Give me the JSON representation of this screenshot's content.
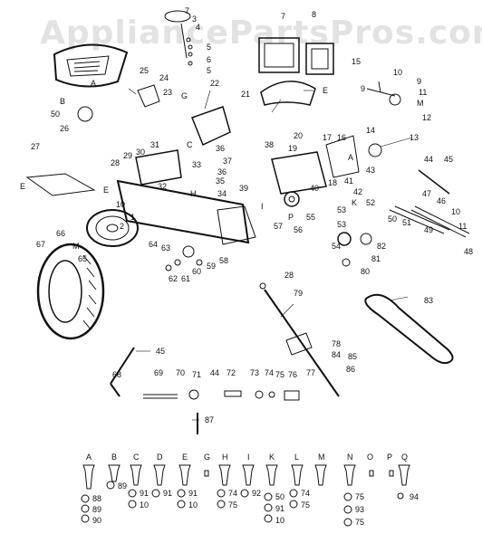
{
  "watermark": "AppliancePartsPros.com",
  "callouts": [
    {
      "id": "c7a",
      "text": "7"
    },
    {
      "id": "c3a",
      "text": "3"
    },
    {
      "id": "c4a",
      "text": "4"
    },
    {
      "id": "c5a",
      "text": "5"
    },
    {
      "id": "c6a",
      "text": "6"
    },
    {
      "id": "c5b",
      "text": "5"
    },
    {
      "id": "c7b",
      "text": "7"
    },
    {
      "id": "c8a",
      "text": "8"
    },
    {
      "id": "c15",
      "text": "15"
    },
    {
      "id": "cA1",
      "text": "A"
    },
    {
      "id": "c10a",
      "text": "10"
    },
    {
      "id": "c9a",
      "text": "9"
    },
    {
      "id": "c9b",
      "text": "9"
    },
    {
      "id": "c11",
      "text": "11"
    },
    {
      "id": "cM1",
      "text": "M"
    },
    {
      "id": "c12",
      "text": "12"
    },
    {
      "id": "c25",
      "text": "25"
    },
    {
      "id": "c24",
      "text": "24"
    },
    {
      "id": "c23",
      "text": "23"
    },
    {
      "id": "cB1",
      "text": "B"
    },
    {
      "id": "c50a",
      "text": "50"
    },
    {
      "id": "c26",
      "text": "26"
    },
    {
      "id": "cG1",
      "text": "G"
    },
    {
      "id": "c22",
      "text": "22"
    },
    {
      "id": "c21",
      "text": "21"
    },
    {
      "id": "cE1",
      "text": "E"
    },
    {
      "id": "c27",
      "text": "27"
    },
    {
      "id": "cC1",
      "text": "C"
    },
    {
      "id": "c36a",
      "text": "36"
    },
    {
      "id": "c38",
      "text": "38"
    },
    {
      "id": "c20",
      "text": "20"
    },
    {
      "id": "c19",
      "text": "19"
    },
    {
      "id": "c17",
      "text": "17"
    },
    {
      "id": "c16",
      "text": "16"
    },
    {
      "id": "c14",
      "text": "14"
    },
    {
      "id": "c13",
      "text": "13"
    },
    {
      "id": "c43",
      "text": "43"
    },
    {
      "id": "cA2",
      "text": "A"
    },
    {
      "id": "c28a",
      "text": "28"
    },
    {
      "id": "c29",
      "text": "29"
    },
    {
      "id": "c30",
      "text": "30"
    },
    {
      "id": "c31",
      "text": "31"
    },
    {
      "id": "c33",
      "text": "33"
    },
    {
      "id": "c37",
      "text": "37"
    },
    {
      "id": "c36b",
      "text": "36"
    },
    {
      "id": "c35",
      "text": "35"
    },
    {
      "id": "c34",
      "text": "34"
    },
    {
      "id": "c32",
      "text": "32"
    },
    {
      "id": "cE2",
      "text": "E"
    },
    {
      "id": "cE3",
      "text": "E"
    },
    {
      "id": "cH1",
      "text": "H"
    },
    {
      "id": "c39",
      "text": "39"
    },
    {
      "id": "c40",
      "text": "40"
    },
    {
      "id": "c18",
      "text": "18"
    },
    {
      "id": "c41",
      "text": "41"
    },
    {
      "id": "c42",
      "text": "42"
    },
    {
      "id": "c44",
      "text": "44"
    },
    {
      "id": "c45a",
      "text": "45"
    },
    {
      "id": "c47",
      "text": "47"
    },
    {
      "id": "c46",
      "text": "46"
    },
    {
      "id": "c10b",
      "text": "10"
    },
    {
      "id": "c11b",
      "text": "11"
    },
    {
      "id": "cK1",
      "text": "K"
    },
    {
      "id": "c10c",
      "text": "10"
    },
    {
      "id": "c2",
      "text": "2"
    },
    {
      "id": "c1",
      "text": "1"
    },
    {
      "id": "c66",
      "text": "66"
    },
    {
      "id": "cM2",
      "text": "M"
    },
    {
      "id": "c64",
      "text": "64"
    },
    {
      "id": "c63",
      "text": "63"
    },
    {
      "id": "c65",
      "text": "65"
    },
    {
      "id": "c67",
      "text": "67"
    },
    {
      "id": "cI1",
      "text": "I"
    },
    {
      "id": "c57",
      "text": "57"
    },
    {
      "id": "cP1",
      "text": "P"
    },
    {
      "id": "c56",
      "text": "56"
    },
    {
      "id": "c55",
      "text": "55"
    },
    {
      "id": "c52",
      "text": "52"
    },
    {
      "id": "c53a",
      "text": "53"
    },
    {
      "id": "c53b",
      "text": "53"
    },
    {
      "id": "c54",
      "text": "54"
    },
    {
      "id": "c50b",
      "text": "50"
    },
    {
      "id": "c51",
      "text": "51"
    },
    {
      "id": "c49",
      "text": "49"
    },
    {
      "id": "c48",
      "text": "48"
    },
    {
      "id": "c82",
      "text": "82"
    },
    {
      "id": "c81",
      "text": "81"
    },
    {
      "id": "c80",
      "text": "80"
    },
    {
      "id": "c62",
      "text": "62"
    },
    {
      "id": "c61",
      "text": "61"
    },
    {
      "id": "c60",
      "text": "60"
    },
    {
      "id": "c59",
      "text": "59"
    },
    {
      "id": "c58",
      "text": "58"
    },
    {
      "id": "c28b",
      "text": "28"
    },
    {
      "id": "c79",
      "text": "79"
    },
    {
      "id": "c83",
      "text": "83"
    },
    {
      "id": "c45b",
      "text": "45"
    },
    {
      "id": "c68",
      "text": "68"
    },
    {
      "id": "c69",
      "text": "69"
    },
    {
      "id": "c70",
      "text": "70"
    },
    {
      "id": "c44b",
      "text": "44"
    },
    {
      "id": "c71",
      "text": "71"
    },
    {
      "id": "c72",
      "text": "72"
    },
    {
      "id": "c73",
      "text": "73"
    },
    {
      "id": "c74",
      "text": "74"
    },
    {
      "id": "c75",
      "text": "75"
    },
    {
      "id": "c76",
      "text": "76"
    },
    {
      "id": "c77",
      "text": "77"
    },
    {
      "id": "c78",
      "text": "78"
    },
    {
      "id": "c84",
      "text": "84"
    },
    {
      "id": "c85",
      "text": "85"
    },
    {
      "id": "c86",
      "text": "86"
    },
    {
      "id": "c87",
      "text": "87"
    }
  ],
  "hardware": {
    "letters": [
      "A",
      "B",
      "C",
      "D",
      "E",
      "G",
      "H",
      "I",
      "K",
      "L",
      "M",
      "N",
      "O",
      "P",
      "Q"
    ],
    "numbers": [
      {
        "id": "hA88",
        "text": "88"
      },
      {
        "id": "hA89",
        "text": "89"
      },
      {
        "id": "hA90",
        "text": "90"
      },
      {
        "id": "hB89",
        "text": "89"
      },
      {
        "id": "hC91",
        "text": "91"
      },
      {
        "id": "hC10",
        "text": "10"
      },
      {
        "id": "hD91",
        "text": "91"
      },
      {
        "id": "hE91",
        "text": "91"
      },
      {
        "id": "hE10",
        "text": "10"
      },
      {
        "id": "hH74",
        "text": "74"
      },
      {
        "id": "hH75",
        "text": "75"
      },
      {
        "id": "hI92",
        "text": "92"
      },
      {
        "id": "hK50",
        "text": "50"
      },
      {
        "id": "hK91",
        "text": "91"
      },
      {
        "id": "hK10",
        "text": "10"
      },
      {
        "id": "hL74",
        "text": "74"
      },
      {
        "id": "hL75",
        "text": "75"
      },
      {
        "id": "hN75a",
        "text": "75"
      },
      {
        "id": "hN93",
        "text": "93"
      },
      {
        "id": "hN75b",
        "text": "75"
      },
      {
        "id": "hQ94",
        "text": "94"
      }
    ]
  }
}
